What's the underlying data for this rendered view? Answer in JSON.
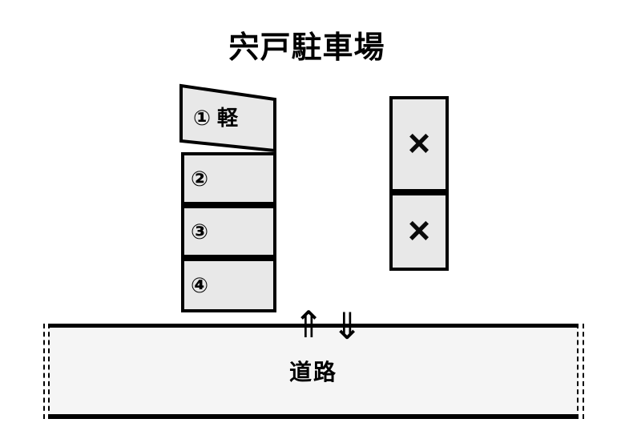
{
  "page": {
    "title": "宍戸駐車場"
  },
  "parking": {
    "stalls": [
      {
        "number": "①",
        "type": "軽"
      },
      {
        "number": "②",
        "type": ""
      },
      {
        "number": "③",
        "type": ""
      },
      {
        "number": "④",
        "type": ""
      }
    ],
    "blocked": [
      {
        "mark": "×"
      },
      {
        "mark": "×"
      }
    ]
  },
  "road": {
    "label": "道路",
    "entry_arrow": "⇑",
    "exit_arrow": "⇓"
  },
  "colors": {
    "stall_fill": "#e8e8e8",
    "road_fill": "#f5f5f5",
    "line": "#000000"
  }
}
